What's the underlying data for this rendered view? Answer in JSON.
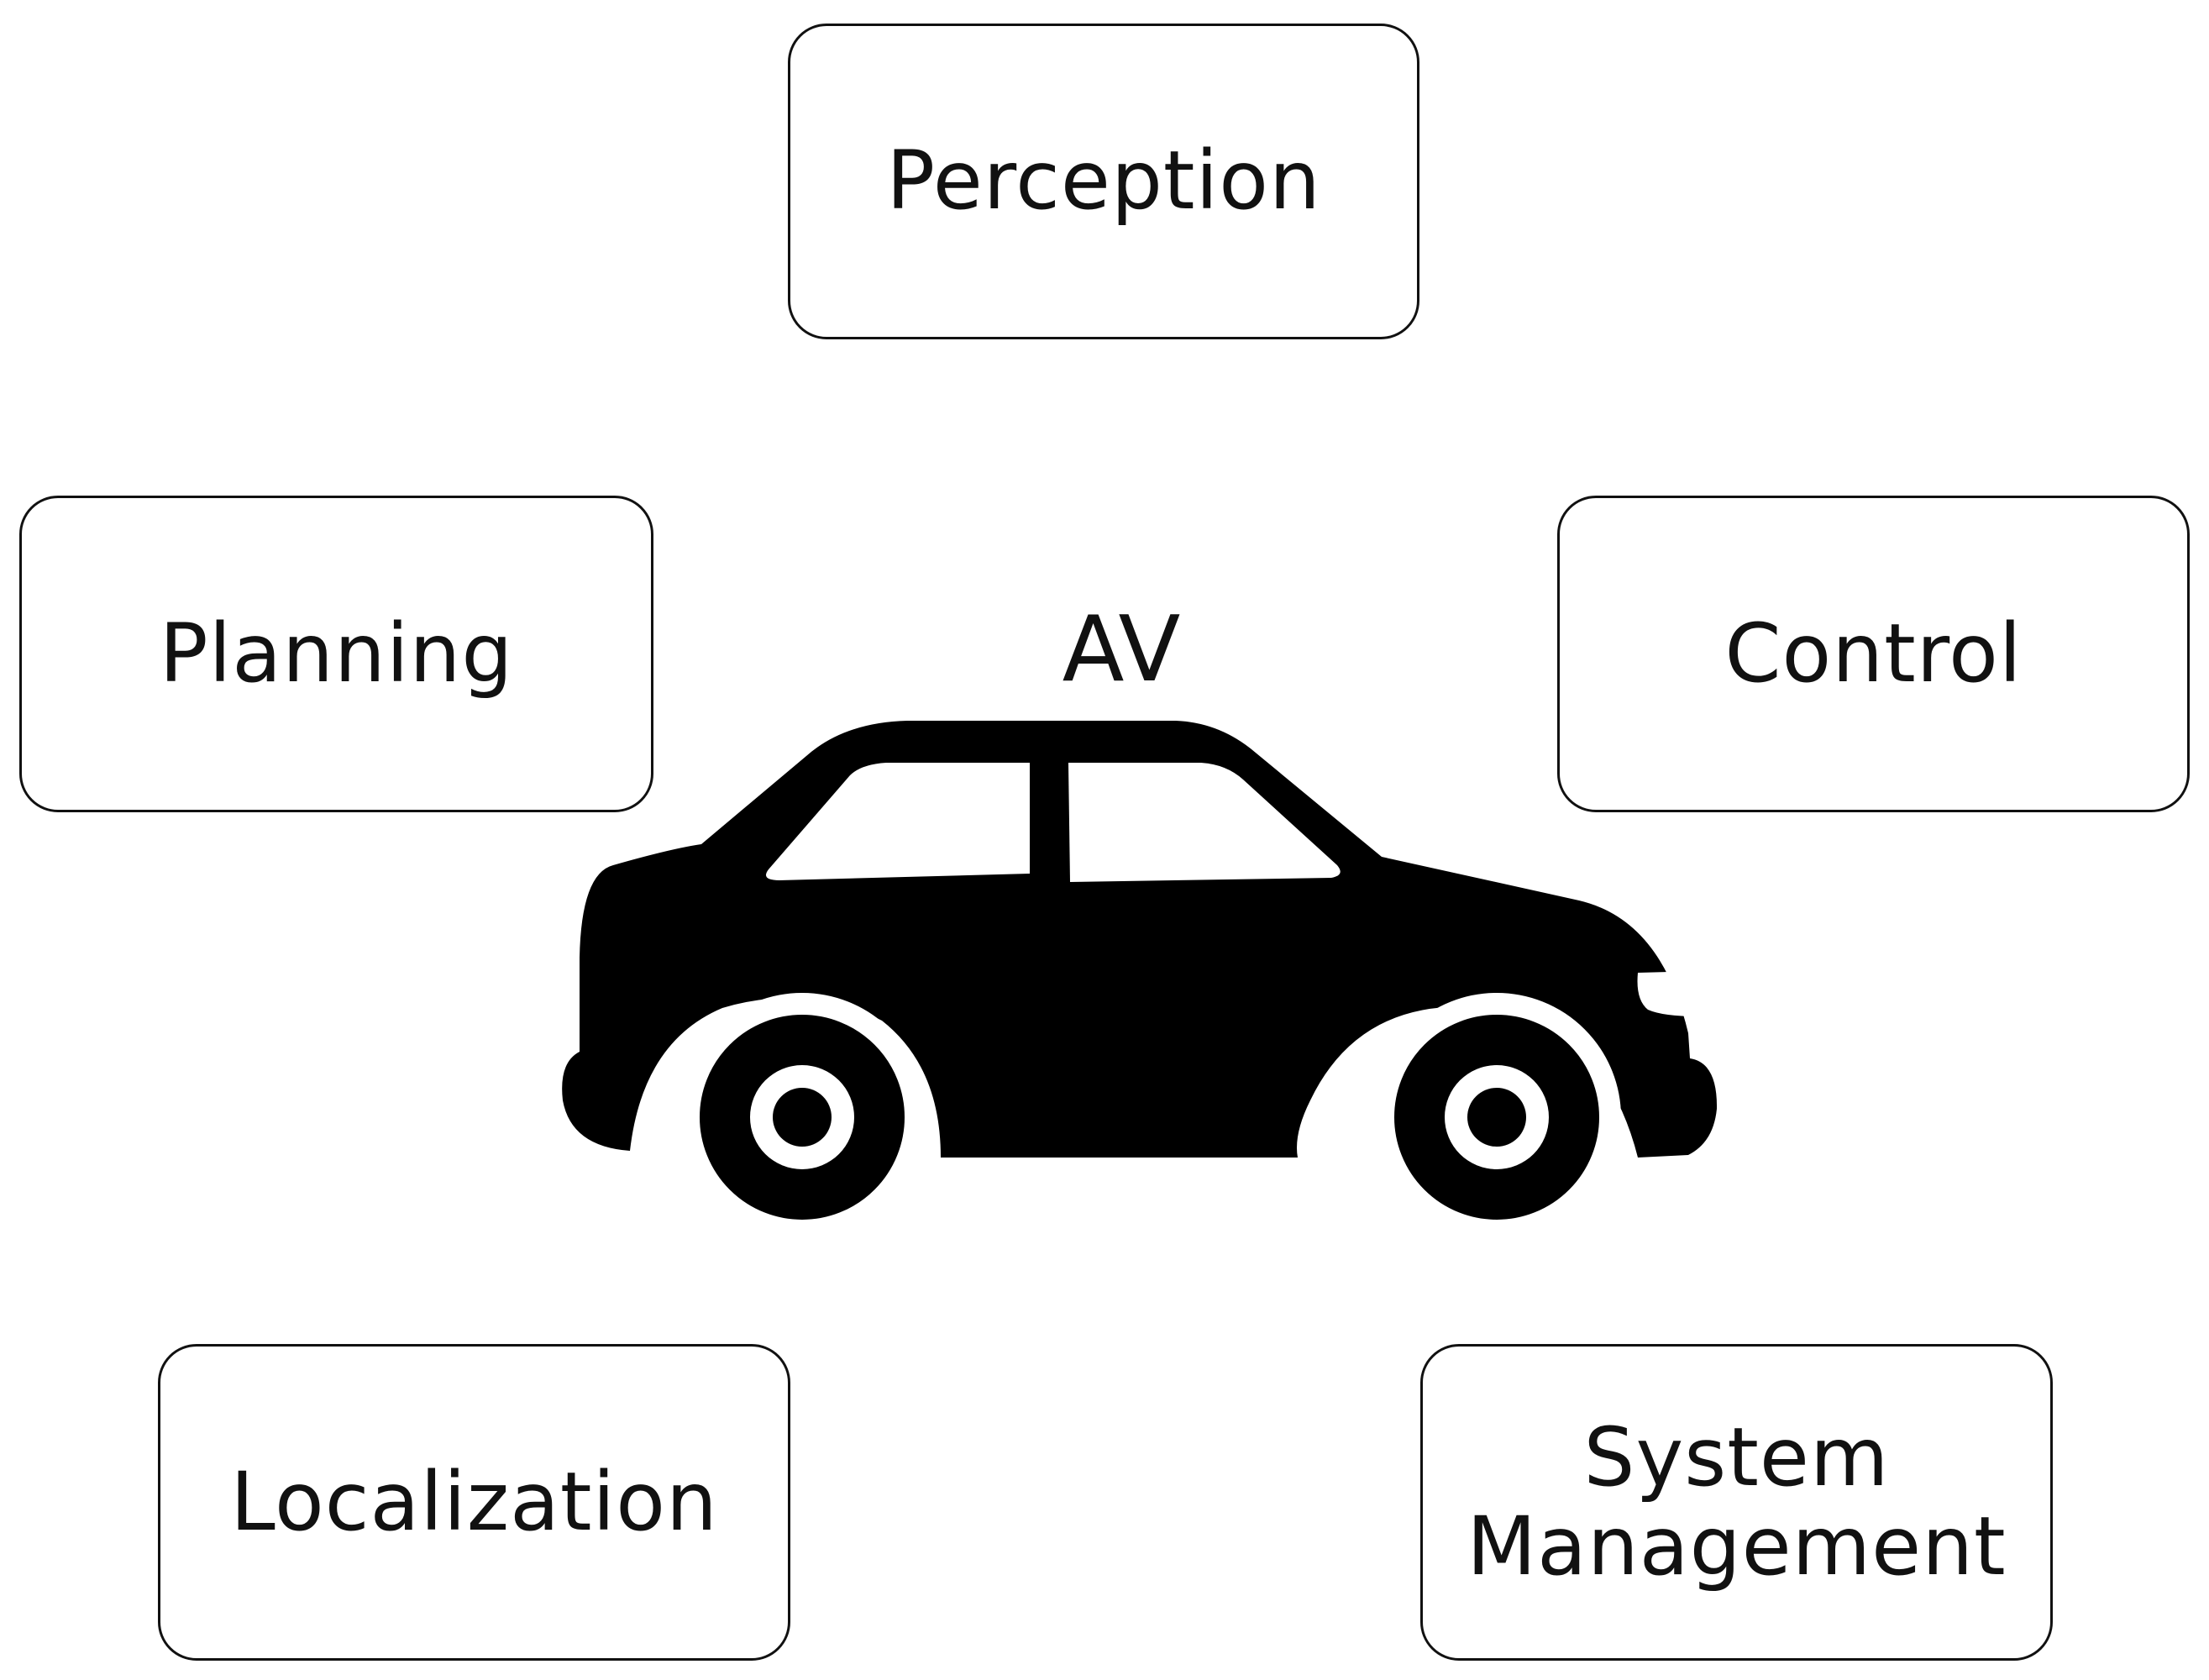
{
  "diagram": {
    "center": {
      "label": "AV",
      "icon": "car-icon",
      "color": "#000000"
    },
    "boxes": {
      "perception": "Perception",
      "planning": "Planning",
      "control": "Control",
      "localization": "Localization",
      "system_management": [
        "System",
        "Management"
      ]
    },
    "border_color": "#111111"
  }
}
